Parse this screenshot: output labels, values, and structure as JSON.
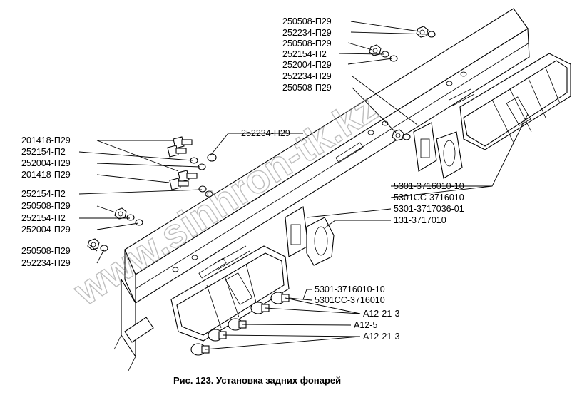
{
  "labels_left": {
    "top_a": "250508-П29",
    "top_b": "252234-П29",
    "top_c": "250508-П29",
    "top_d": "252154-П2",
    "top_e": "252004-П29",
    "top_f": "252234-П29",
    "top_g": "250508-П29",
    "mid_single": "252234-П29",
    "left_a": "201418-П29",
    "left_b": "252154-П2",
    "left_c": "252004-П29",
    "left_d": "201418-П29",
    "left_e": "252154-П2",
    "left_f": "250508-П29",
    "left_g": "252154-П2",
    "left_h": "252004-П29",
    "left_i": "250508-П29",
    "left_j": "252234-П29"
  },
  "labels_right": {
    "r1": "5301-3716010-10",
    "r2": "5301СС-3716010",
    "r3": "5301-3717036-01",
    "r4": "131-3717010",
    "r5": "5301-3716010-10",
    "r6": "5301СС-3716010",
    "r7": "А12-21-3",
    "r8": "А12-5",
    "r9": "А12-21-3"
  },
  "caption": "Рис. 123. Установка задних фонарей",
  "watermark": "www.sinhron-tk.kz"
}
